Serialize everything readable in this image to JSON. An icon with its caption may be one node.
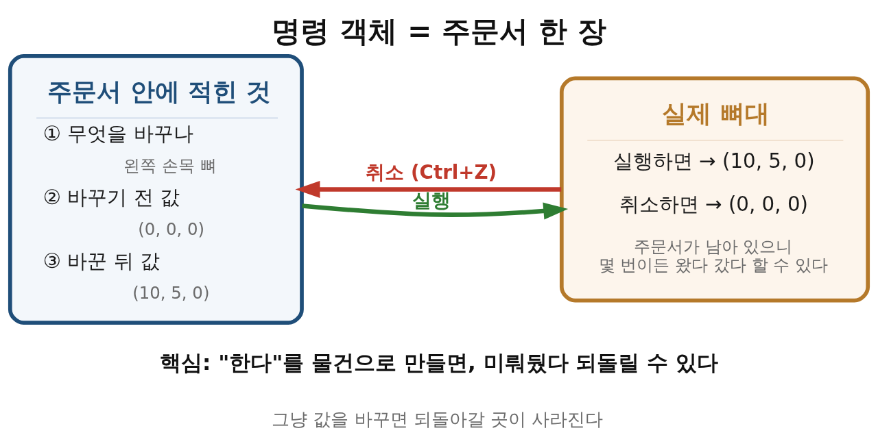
{
  "diagram": {
    "title": "명령 객체 = 주문서 한 장",
    "nodes": [
      {
        "text": [
          "주문서 안에 적힌 것",
          "① 무엇을 바꾸나",
          "왼쪽 손목 뼈",
          "② 바꾸기 전 값",
          "(0, 0, 0)",
          "③ 바꾼 뒤 값",
          "(10, 5, 0)"
        ]
      },
      {
        "text": [
          "실제 뼈대",
          "실행하면 → (10, 5, 0)",
          "취소하면 → (0, 0, 0)",
          "주문서가 남아 있으니 몇 번이든 왔다 갔다 할 수 있다"
        ]
      }
    ],
    "edges": [
      {
        "from": 0,
        "to": 1,
        "arrow": "to",
        "label": "실행",
        "color": "#2e7d32"
      },
      {
        "from": 1,
        "to": 0,
        "arrow": "to",
        "label": "취소 (Ctrl+Z)",
        "color": "#c0392b"
      }
    ],
    "labels": [
      "핵심: \"한다\"를 물건으로 만들면, 미뤄뒀다 되돌릴 수 있다",
      "그냥 값을 바꾸면 되돌아갈 곳이 사라진다"
    ]
  }
}
